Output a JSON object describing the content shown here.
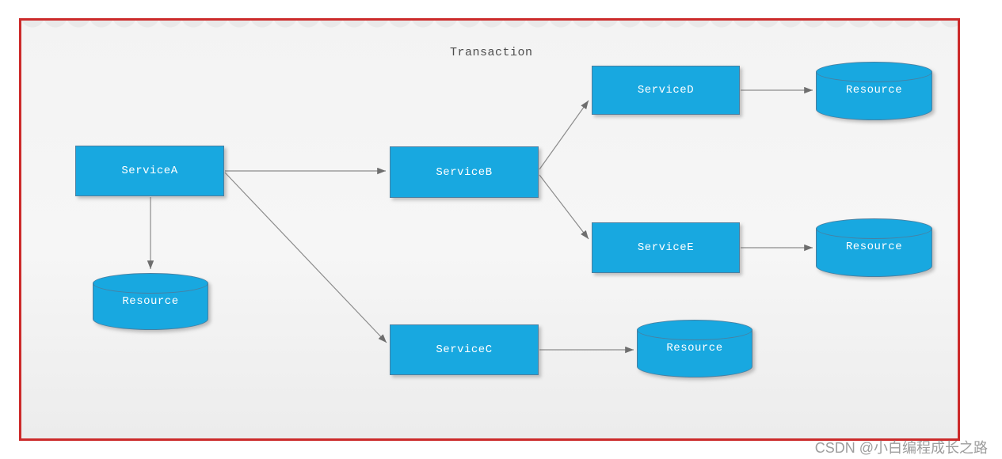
{
  "title": "Transaction",
  "watermark": "CSDN @小白编程成长之路",
  "colors": {
    "node_fill": "#18a8e0",
    "node_border": "#4a7fa0",
    "node_text": "#ffffff",
    "frame": "#cc2a2a",
    "arrow": "#6e6e6e",
    "title_text": "#4d4d4d"
  },
  "diagram": {
    "nodes": [
      {
        "id": "serviceA",
        "type": "box",
        "label": "ServiceA"
      },
      {
        "id": "serviceB",
        "type": "box",
        "label": "ServiceB"
      },
      {
        "id": "serviceC",
        "type": "box",
        "label": "ServiceC"
      },
      {
        "id": "serviceD",
        "type": "box",
        "label": "ServiceD"
      },
      {
        "id": "serviceE",
        "type": "box",
        "label": "ServiceE"
      },
      {
        "id": "resourceA",
        "type": "cylinder",
        "label": "Resource"
      },
      {
        "id": "resourceC",
        "type": "cylinder",
        "label": "Resource"
      },
      {
        "id": "resourceD",
        "type": "cylinder",
        "label": "Resource"
      },
      {
        "id": "resourceE",
        "type": "cylinder",
        "label": "Resource"
      }
    ],
    "edges": [
      {
        "from": "serviceA",
        "to": "serviceB"
      },
      {
        "from": "serviceA",
        "to": "resourceA"
      },
      {
        "from": "serviceA",
        "to": "serviceC"
      },
      {
        "from": "serviceB",
        "to": "serviceD"
      },
      {
        "from": "serviceB",
        "to": "serviceE"
      },
      {
        "from": "serviceD",
        "to": "resourceD"
      },
      {
        "from": "serviceE",
        "to": "resourceE"
      },
      {
        "from": "serviceC",
        "to": "resourceC"
      }
    ]
  }
}
